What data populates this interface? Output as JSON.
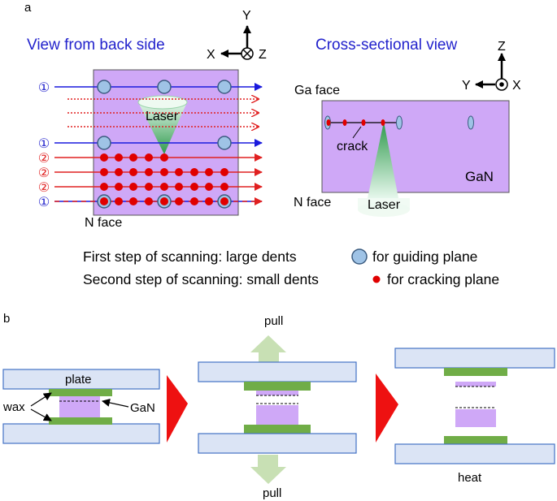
{
  "panel_a": {
    "label": "a",
    "back_view_title": "View from back side",
    "cross_view_title": "Cross-sectional view",
    "axes_back": {
      "y": "Y",
      "x": "X",
      "z": "Z"
    },
    "axes_cross": {
      "z": "Z",
      "y": "Y",
      "x": "X"
    },
    "laser_label_back": "Laser",
    "n_face_back": "N face",
    "row_markers": [
      "①",
      "②"
    ],
    "ga_face": "Ga face",
    "crack": "crack",
    "gan": "GaN",
    "n_face_cross": "N face",
    "laser_label_cross": "Laser",
    "legend_first_before": "First step of scanning: large dents",
    "legend_first_after": "for guiding plane",
    "legend_second_before": "Second step of scanning: small dents",
    "legend_second_after": "for cracking plane"
  },
  "panel_b": {
    "label": "b",
    "plate": "plate",
    "wax": "wax",
    "gan": "GaN",
    "pull_top": "pull",
    "pull_bottom": "pull",
    "heat": "heat"
  },
  "colors": {
    "title_blue": "#2222cc",
    "guide_line": "#1a1add",
    "crack_line": "#e02020",
    "sample_purple": "#cfa8f7",
    "dent_blue": "#9fc3e6",
    "dent_red": "#e00000",
    "plate_blue": "#dbe4f5",
    "wax_green": "#70ad47",
    "arrow_red": "#ee1111",
    "pull_green": "#c8e0b4"
  }
}
